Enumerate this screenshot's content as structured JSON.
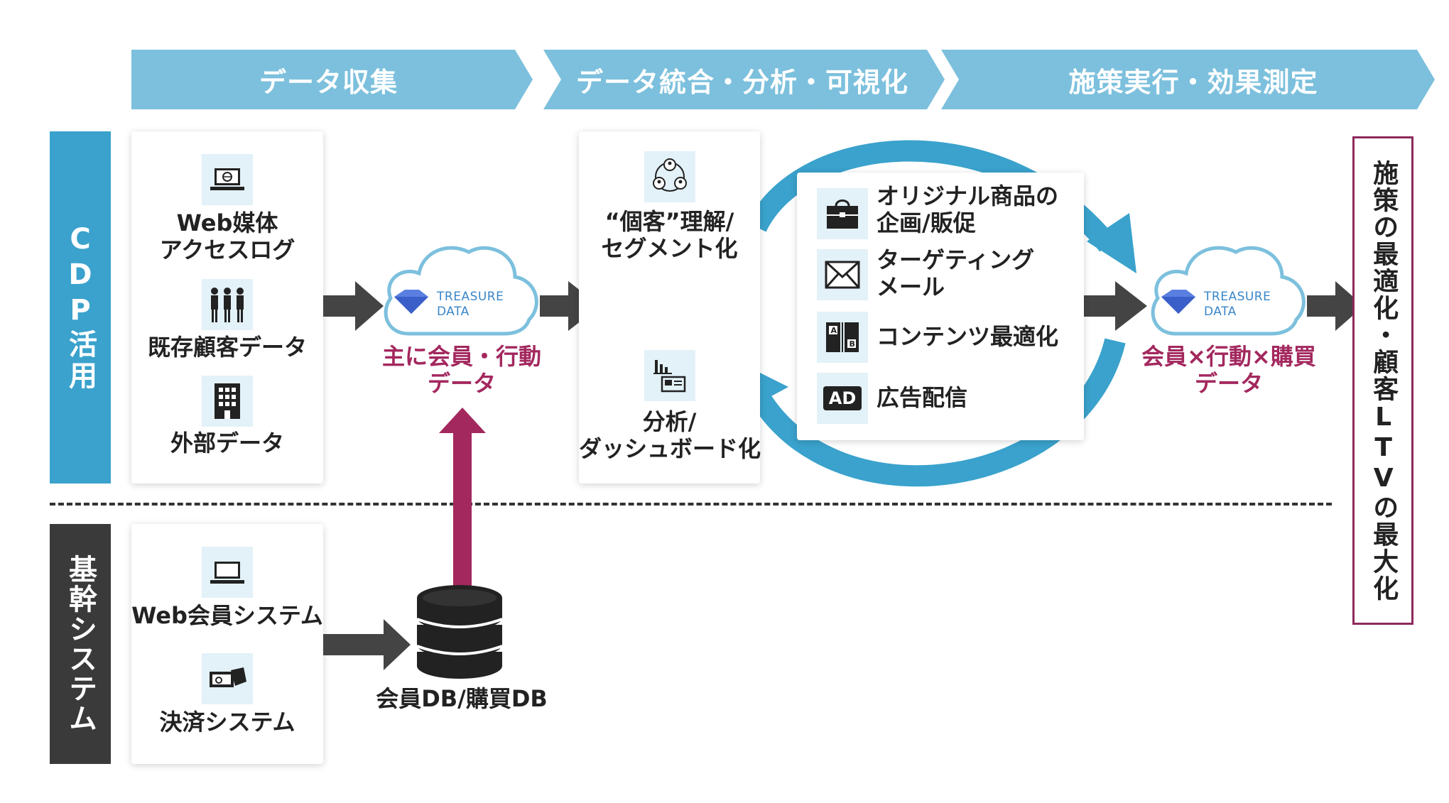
{
  "stages": [
    "データ収集",
    "データ統合・分析・可視化",
    "施策実行・効果測定"
  ],
  "rows": {
    "cdp": "CDP活用",
    "core": "基幹システム"
  },
  "sources": {
    "web_log": [
      "Web媒体",
      "アクセスログ"
    ],
    "customer": "既存顧客データ",
    "external": "外部データ",
    "web_member": "Web会員システム",
    "payment": "決済システム"
  },
  "cloud1": {
    "logo": [
      "TREASURE",
      "DATA"
    ],
    "caption": [
      "主に会員・行動",
      "データ"
    ]
  },
  "db": {
    "caption": "会員DB/購買DB"
  },
  "analysis": {
    "top": [
      "“個客”理解/",
      "セグメント化"
    ],
    "bottom": [
      "分析/",
      "ダッシュボード化"
    ]
  },
  "actions": [
    {
      "icon": "bag-icon",
      "label": [
        "オリジナル商品の",
        "企画/販促"
      ]
    },
    {
      "icon": "mail-icon",
      "label": [
        "ターゲティング",
        "メール"
      ]
    },
    {
      "icon": "ab-test-icon",
      "label": [
        "コンテンツ最適化"
      ]
    },
    {
      "icon": "ad-icon",
      "label": [
        "広告配信"
      ],
      "icon_text": "AD"
    }
  ],
  "cloud2": {
    "logo": [
      "TREASURE",
      "DATA"
    ],
    "caption": [
      "会員×行動×購買",
      "データ"
    ]
  },
  "goal": "施策の最適化・顧客LTVの最大化",
  "colors": {
    "stage": "#7cc0dd",
    "cdp_bar": "#3aa2cc",
    "core_bar": "#3a3a3a",
    "magenta": "#a3285e",
    "cycle": "#3aa2cc",
    "arrow": "#444444"
  }
}
